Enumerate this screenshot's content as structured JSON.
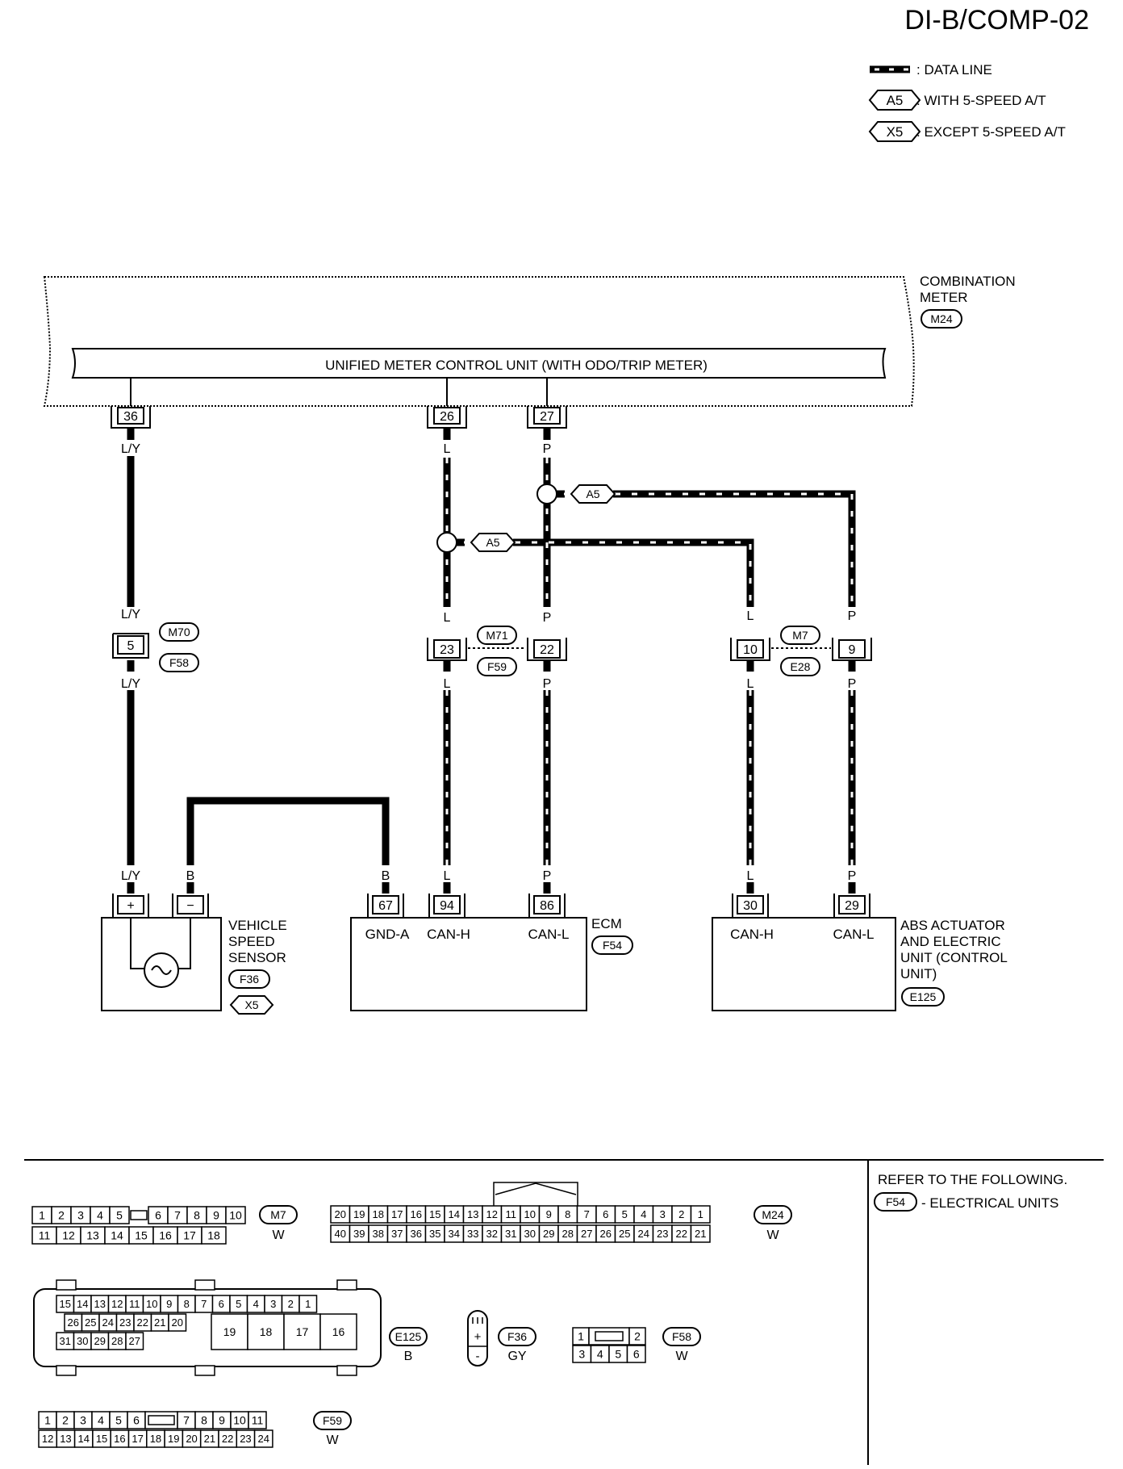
{
  "title": "DI-B/COMP-02",
  "legend": {
    "data_line": ": DATA LINE",
    "a5_tag": "A5",
    "a5_text": ": WITH 5-SPEED A/T",
    "x5_tag": "X5",
    "x5_text": ": EXCEPT 5-SPEED A/T"
  },
  "meter": {
    "name_line1": "COMBINATION",
    "name_line2": "METER",
    "connector": "M24",
    "unit_label": "UNIFIED METER CONTROL UNIT (WITH ODO/TRIP METER)",
    "pin_a": "36",
    "pin_b": "26",
    "pin_c": "27"
  },
  "wires": {
    "ly": "L/Y",
    "l": "L",
    "p": "P",
    "b": "B"
  },
  "splice_tag": "A5",
  "joints": {
    "j1_pin": "5",
    "j1_top": "M70",
    "j1_bottom": "F58",
    "j2_pin_l": "23",
    "j2_pin_r": "22",
    "j2_top": "M71",
    "j2_bottom": "F59",
    "j3_pin_l": "10",
    "j3_pin_r": "9",
    "j3_top": "M7",
    "j3_bottom": "E28"
  },
  "vss": {
    "plus": "+",
    "minus": "−",
    "name_line1": "VEHICLE",
    "name_line2": "SPEED",
    "name_line3": "SENSOR",
    "connector": "F36",
    "tag": "X5"
  },
  "ecm": {
    "name": "ECM",
    "connector": "F54",
    "pin_gnd": "67",
    "pin_canh": "94",
    "pin_canl": "86",
    "lbl_gnd": "GND-A",
    "lbl_canh": "CAN-H",
    "lbl_canl": "CAN-L"
  },
  "abs": {
    "name_line1": "ABS ACTUATOR",
    "name_line2": "AND ELECTRIC",
    "name_line3": "UNIT (CONTROL",
    "name_line4": "UNIT)",
    "connector": "E125",
    "pin_canh": "30",
    "pin_canl": "29",
    "lbl_canh": "CAN-H",
    "lbl_canl": "CAN-L"
  },
  "refer": {
    "line1": "REFER TO THE FOLLOWING.",
    "connector": "F54",
    "line2": "- ELECTRICAL UNITS"
  },
  "connectors": {
    "m7": {
      "id": "M7",
      "color": "W",
      "row1": [
        "1",
        "2",
        "3",
        "4",
        "5",
        "6",
        "7",
        "8",
        "9",
        "10"
      ],
      "row2": [
        "11",
        "12",
        "13",
        "14",
        "15",
        "16",
        "17",
        "18"
      ]
    },
    "m24": {
      "id": "M24",
      "color": "W",
      "row1": [
        "20",
        "19",
        "18",
        "17",
        "16",
        "15",
        "14",
        "13",
        "12",
        "11",
        "10",
        "9",
        "8",
        "7",
        "6",
        "5",
        "4",
        "3",
        "2",
        "1"
      ],
      "row2": [
        "40",
        "39",
        "38",
        "37",
        "36",
        "35",
        "34",
        "33",
        "32",
        "31",
        "30",
        "29",
        "28",
        "27",
        "26",
        "25",
        "24",
        "23",
        "22",
        "21"
      ]
    },
    "e125": {
      "id": "E125",
      "color": "B",
      "row1": [
        "15",
        "14",
        "13",
        "12",
        "11",
        "10",
        "9",
        "8",
        "7",
        "6",
        "5",
        "4",
        "3",
        "2",
        "1"
      ],
      "row2": [
        "26",
        "25",
        "24",
        "23",
        "22",
        "21",
        "20"
      ],
      "row3": [
        "31",
        "30",
        "29",
        "28",
        "27"
      ],
      "big": [
        "19",
        "18",
        "17",
        "16"
      ]
    },
    "f36": {
      "id": "F36",
      "color": "GY",
      "plus": "+",
      "minus": "-"
    },
    "f58": {
      "id": "F58",
      "color": "W",
      "row1": [
        "1",
        "2"
      ],
      "row2": [
        "3",
        "4",
        "5",
        "6"
      ]
    },
    "f59": {
      "id": "F59",
      "color": "W",
      "row1": [
        "1",
        "2",
        "3",
        "4",
        "5",
        "6",
        "7",
        "8",
        "9",
        "10",
        "11"
      ],
      "row2": [
        "12",
        "13",
        "14",
        "15",
        "16",
        "17",
        "18",
        "19",
        "20",
        "21",
        "22",
        "23",
        "24"
      ]
    }
  }
}
